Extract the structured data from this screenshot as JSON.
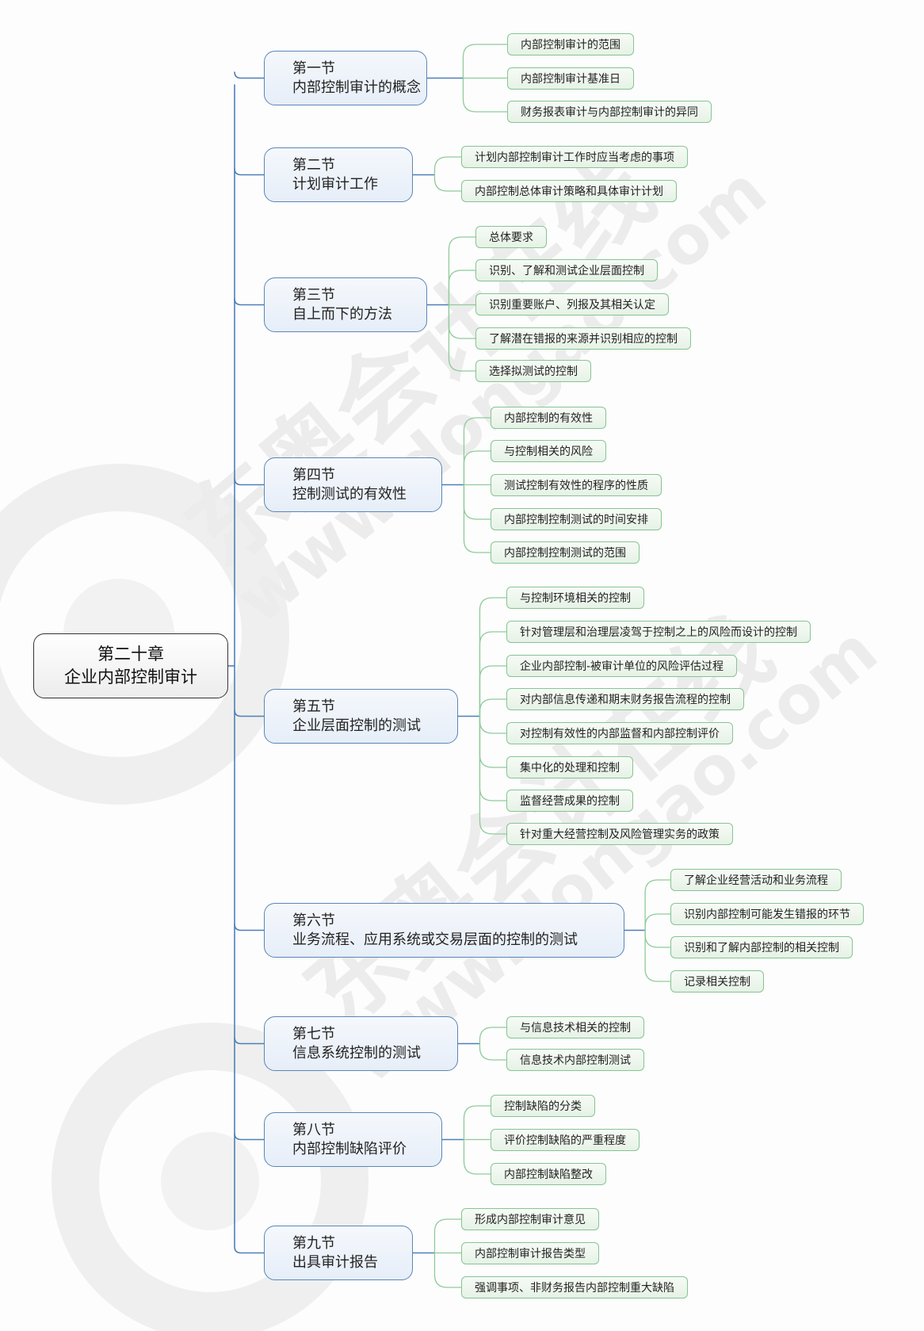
{
  "watermark": {
    "brand_text": "东奥会计在线",
    "url_text": "www.dongao.com"
  },
  "root": {
    "line1": "第二十章",
    "line2": "企业内部控制审计"
  },
  "colors": {
    "spine": "#4f7fb8",
    "section_border": "#5b86b8",
    "leaf_border": "#86c494",
    "leaf_connector": "#8fcb9b",
    "root_border": "#333333"
  },
  "sections": [
    {
      "num": "第一节",
      "title": "内部控制审计的概念",
      "items": [
        "内部控制审计的范围",
        "内部控制审计基准日",
        "财务报表审计与内部控制审计的异同"
      ]
    },
    {
      "num": "第二节",
      "title": "计划审计工作",
      "items": [
        "计划内部控制审计工作时应当考虑的事项",
        "内部控制总体审计策略和具体审计计划"
      ]
    },
    {
      "num": "第三节",
      "title": "自上而下的方法",
      "items": [
        "总体要求",
        "识别、了解和测试企业层面控制",
        "识别重要账户、列报及其相关认定",
        "了解潜在错报的来源并识别相应的控制",
        "选择拟测试的控制"
      ]
    },
    {
      "num": "第四节",
      "title": "控制测试的有效性",
      "items": [
        "内部控制的有效性",
        "与控制相关的风险",
        "测试控制有效性的程序的性质",
        "内部控制控制测试的时间安排",
        "内部控制控制测试的范围"
      ]
    },
    {
      "num": "第五节",
      "title": "企业层面控制的测试",
      "items": [
        "与控制环境相关的控制",
        "针对管理层和治理层凌驾于控制之上的风险而设计的控制",
        "企业内部控制-被审计单位的风险评估过程",
        "对内部信息传递和期末财务报告流程的控制",
        "对控制有效性的内部监督和内部控制评价",
        "集中化的处理和控制",
        "监督经营成果的控制",
        "针对重大经营控制及风险管理实务的政策"
      ]
    },
    {
      "num": "第六节",
      "title": "业务流程、应用系统或交易层面的控制的测试",
      "items": [
        "了解企业经营活动和业务流程",
        "识别内部控制可能发生错报的环节",
        "识别和了解内部控制的相关控制",
        "记录相关控制"
      ]
    },
    {
      "num": "第七节",
      "title": "信息系统控制的测试",
      "items": [
        "与信息技术相关的控制",
        "信息技术内部控制测试"
      ]
    },
    {
      "num": "第八节",
      "title": "内部控制缺陷评价",
      "items": [
        "控制缺陷的分类",
        "评价控制缺陷的严重程度",
        "内部控制缺陷整改"
      ]
    },
    {
      "num": "第九节",
      "title": "出具审计报告",
      "items": [
        "形成内部控制审计意见",
        "内部控制审计报告类型",
        "强调事项、非财务报告内部控制重大缺陷"
      ]
    }
  ]
}
